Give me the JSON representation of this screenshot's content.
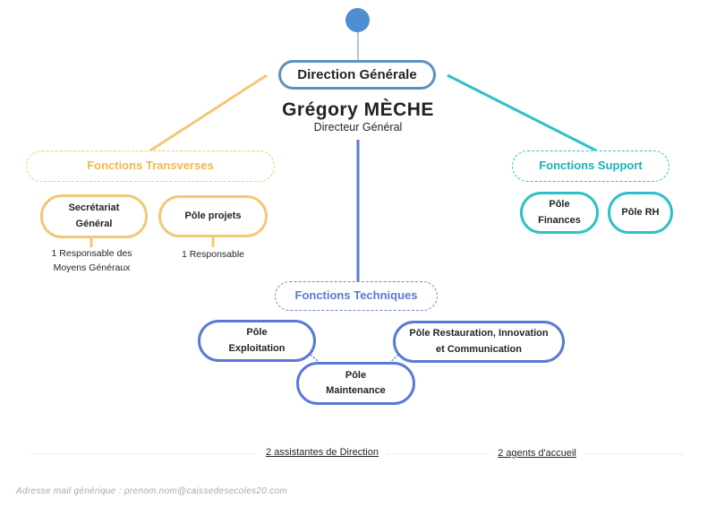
{
  "direction": {
    "label": "Direction Générale",
    "person_name": "Grégory MÈCHE",
    "person_role": "Directeur Général"
  },
  "transverses": {
    "label": "Fonctions Transverses",
    "color": "#f3c777",
    "units": [
      {
        "label": "Secrétariat\nGénéral",
        "note": "1 Responsable des\nMoyens Généraux"
      },
      {
        "label": "Pôle projets",
        "note": "1 Responsable"
      }
    ]
  },
  "support": {
    "label": "Fonctions Support",
    "color": "#2cc1c8",
    "units": [
      {
        "label": "Pôle\nFinances"
      },
      {
        "label": "Pôle RH"
      }
    ]
  },
  "techniques": {
    "label": "Fonctions Techniques",
    "color": "#5a79d6",
    "units": [
      {
        "label": "Pôle\nExploitation"
      },
      {
        "label": "Pôle Restauration, Innovation\net Communication"
      },
      {
        "label": "Pôle\nMaintenance"
      }
    ]
  },
  "staff": {
    "assistants": "2 assistantes de Direction",
    "reception": "2 agents d'accueil"
  },
  "footer": {
    "email": "Adresse mail générique : prenom.nom@caissedesecoles20.com"
  }
}
